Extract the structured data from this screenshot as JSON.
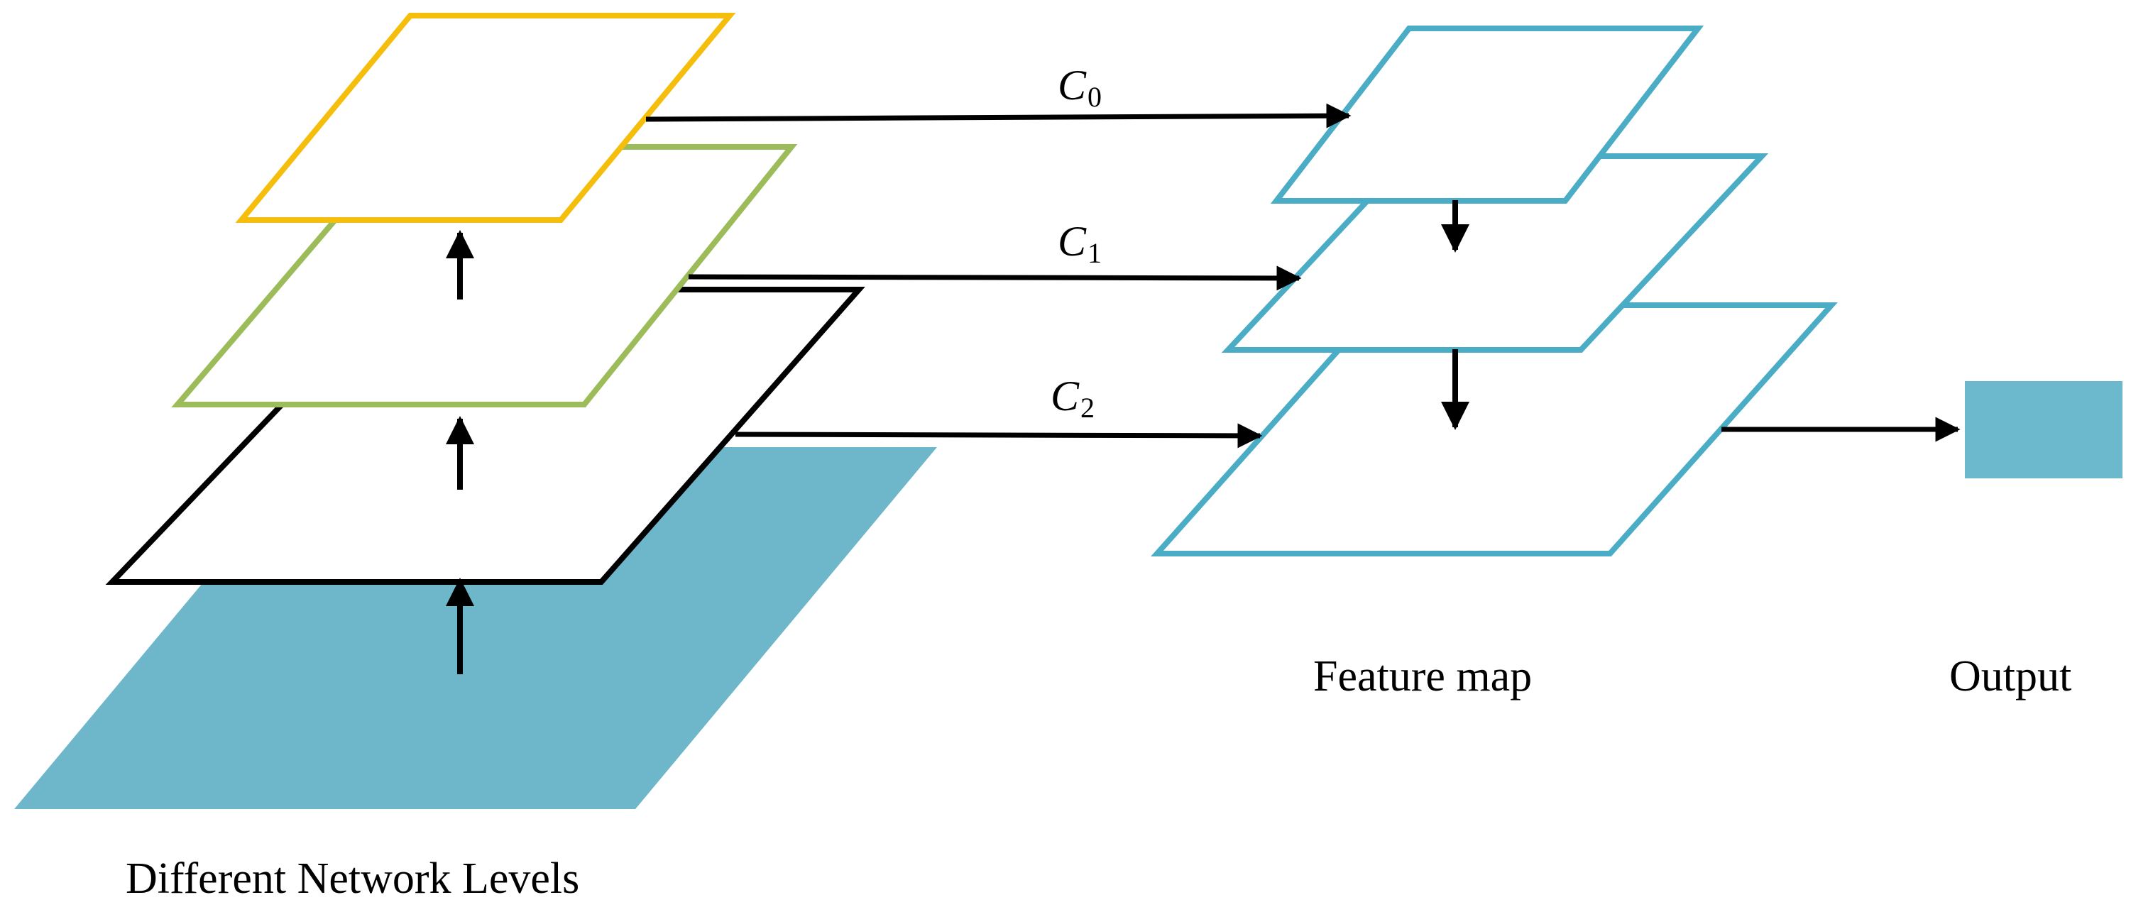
{
  "labels": {
    "levels_caption": "Different Network Levels",
    "feature_caption": "Feature map",
    "output_caption": "Output"
  },
  "connections": [
    {
      "letter": "C",
      "subscript": "0"
    },
    {
      "letter": "C",
      "subscript": "1"
    },
    {
      "letter": "C",
      "subscript": "2"
    }
  ],
  "colors": {
    "level_0": "#F5BE0D",
    "level_1": "#9CBB59",
    "level_2": "#000000",
    "base_fill": "#6EB7CA",
    "feature_map": "#4BACC6",
    "output_fill": "#6CB9CD",
    "arrow": "#000000"
  }
}
